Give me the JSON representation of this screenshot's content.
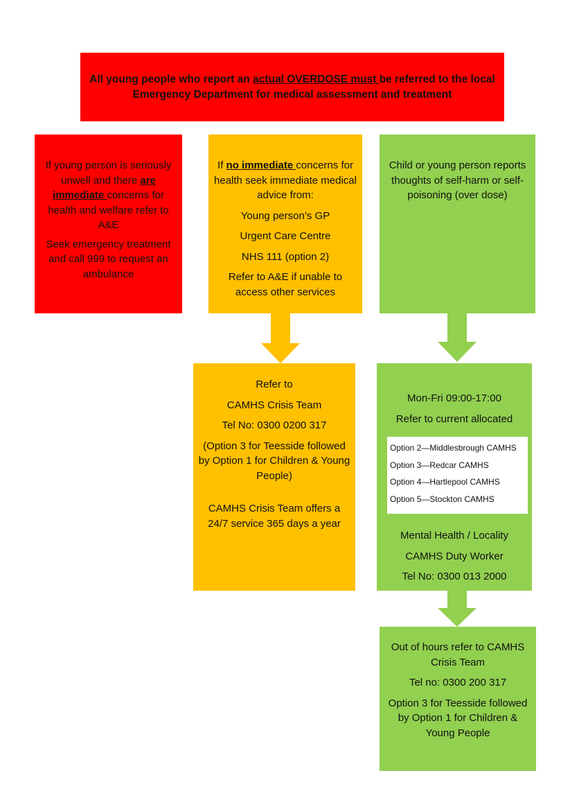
{
  "banner": {
    "pre": "All young people who report an ",
    "underlined": "actual OVERDOSE must ",
    "post": "be referred to the local Emergency Department for medical assessment and treatment"
  },
  "red_box": {
    "p1_pre": "If young person is seriously unwell and there ",
    "p1_emphasis": "are immediate ",
    "p1_post": "concerns for health and welfare refer to A&E",
    "p2": "Seek emergency treatment and call 999 to request an ambulance"
  },
  "amber_box": {
    "intro_pre": "If ",
    "intro_emphasis": "no immediate ",
    "intro_post": "concerns for health seek immediate medical advice from:",
    "gp": "Young person’s GP",
    "ucc": "Urgent Care Centre",
    "nhs": "NHS 111 (option 2)",
    "fallback": "Refer to A&E if unable to access other services"
  },
  "green_box": {
    "text": "Child or young person reports thoughts of self-harm or self-poisoning (over dose)"
  },
  "crisis_box": {
    "refer": "Refer to",
    "team": "CAMHS Crisis Team",
    "tel": "Tel No: 0300 0200 317",
    "option": "(Option 3 for Teesside followed by Option 1 for Children & Young People)",
    "service": "CAMHS Crisis Team offers a 24/7 service 365 days a year"
  },
  "duty_box": {
    "hours": "Mon-Fri 09:00-17:00",
    "refer": "Refer to current allocated",
    "options": [
      "Option 2—Middlesbrough CAMHS",
      "Option 3—Redcar  CAMHS",
      "Option 4—Hartlepool CAMHS",
      "Option 5—Stockton CAMHS"
    ],
    "locality": "Mental Health / Locality",
    "worker": "CAMHS Duty Worker",
    "tel": "Tel No: 0300 013 2000"
  },
  "ooh_box": {
    "line1": "Out of hours refer to CAMHS Crisis Team",
    "tel": "Tel no: 0300 200 317",
    "option": "Option 3 for Teesside followed by Option 1 for Children & Young People"
  },
  "colors": {
    "red": "#ff0000",
    "amber": "#ffc000",
    "green": "#92d050"
  }
}
